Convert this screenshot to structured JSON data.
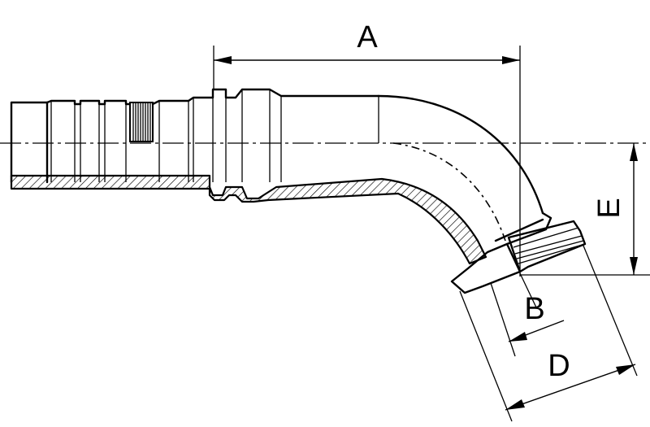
{
  "drawing": {
    "dimensions": {
      "a": "A",
      "b": "B",
      "d": "D",
      "e": "E"
    }
  }
}
